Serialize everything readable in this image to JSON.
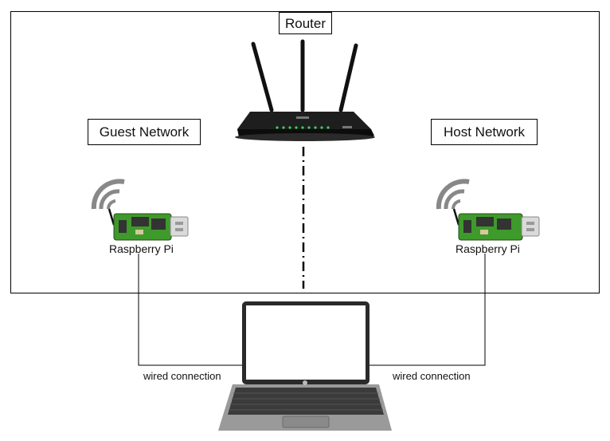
{
  "labels": {
    "router": "Router",
    "guest_network": "Guest Network",
    "host_network": "Host Network",
    "device_left": "Raspberry Pi",
    "device_right": "Raspberry Pi",
    "wire_left": "wired connection",
    "wire_right": "wired connection"
  }
}
